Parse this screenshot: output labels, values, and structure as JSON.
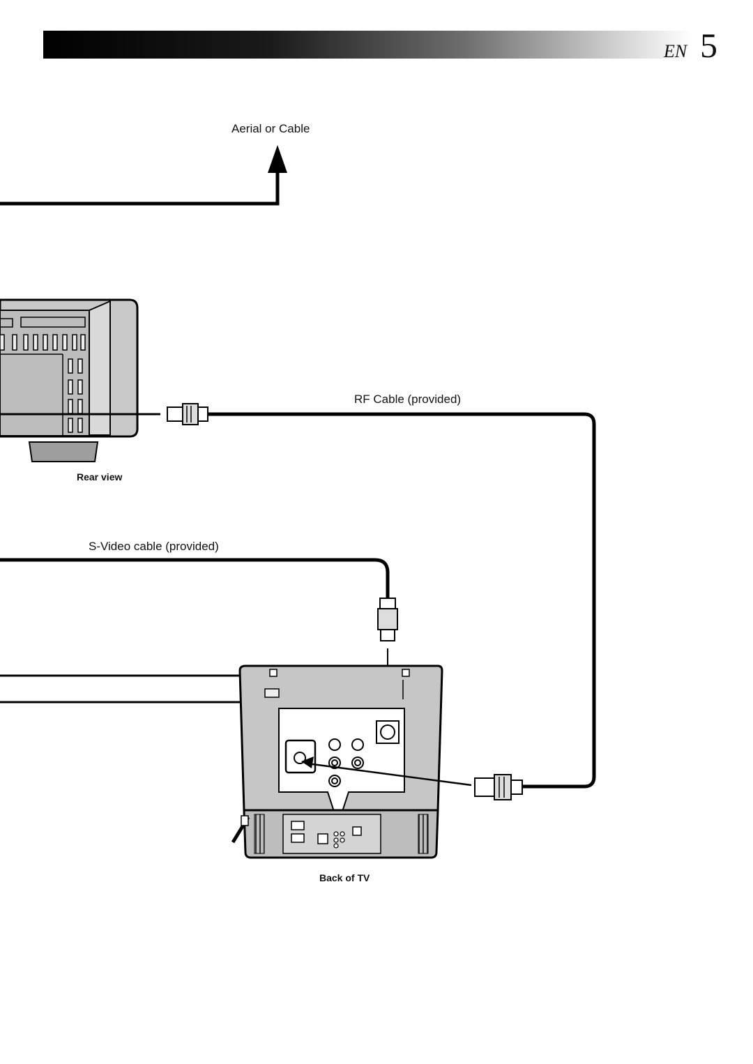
{
  "header": {
    "lang_code": "EN",
    "page_number": "5"
  },
  "labels": {
    "aerial": "Aerial or Cable",
    "rf_cable": "RF Cable (provided)",
    "rear_view": "Rear view",
    "svideo_cable": "S-Video cable (provided)",
    "back_of_tv": "Back of TV"
  }
}
